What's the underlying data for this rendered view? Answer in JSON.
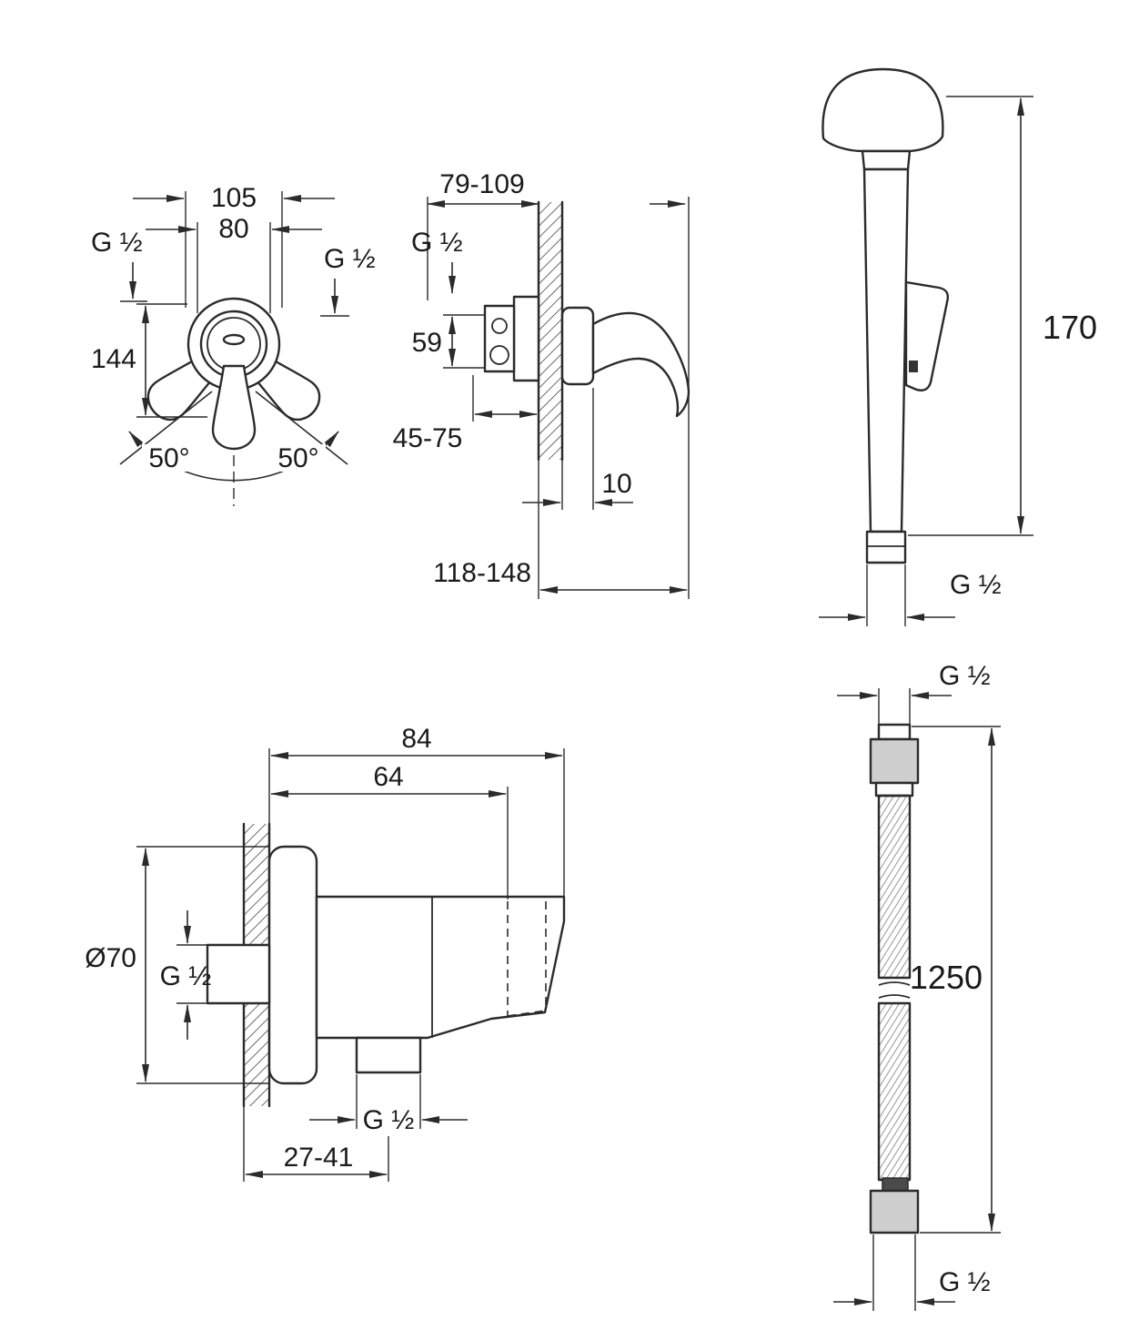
{
  "page": {
    "background": "#ffffff",
    "line_color": "#2b2b2b",
    "text_color": "#1a1a1a"
  },
  "views": {
    "mixer_front": {
      "dim_105": "105",
      "dim_80": "80",
      "thread_left": "G ½",
      "thread_right": "G ½",
      "dim_144": "144",
      "angle_left": "50°",
      "angle_right": "50°"
    },
    "mixer_side": {
      "dim_depth": "79-109",
      "thread_top": "G ½",
      "dim_59": "59",
      "dim_45_75": "45-75",
      "dim_10": "10",
      "dim_total": "118-148"
    },
    "hand_shower": {
      "dim_height": "170",
      "thread_bottom": "G ½"
    },
    "wall_union": {
      "dim_84": "84",
      "dim_64": "64",
      "dim_diameter": "Ø70",
      "thread_inlet": "G ½",
      "thread_outlet": "G ½",
      "dim_27_41": "27-41"
    },
    "hose": {
      "thread_top": "G ½",
      "dim_length": "1250",
      "thread_bottom": "G ½"
    }
  }
}
